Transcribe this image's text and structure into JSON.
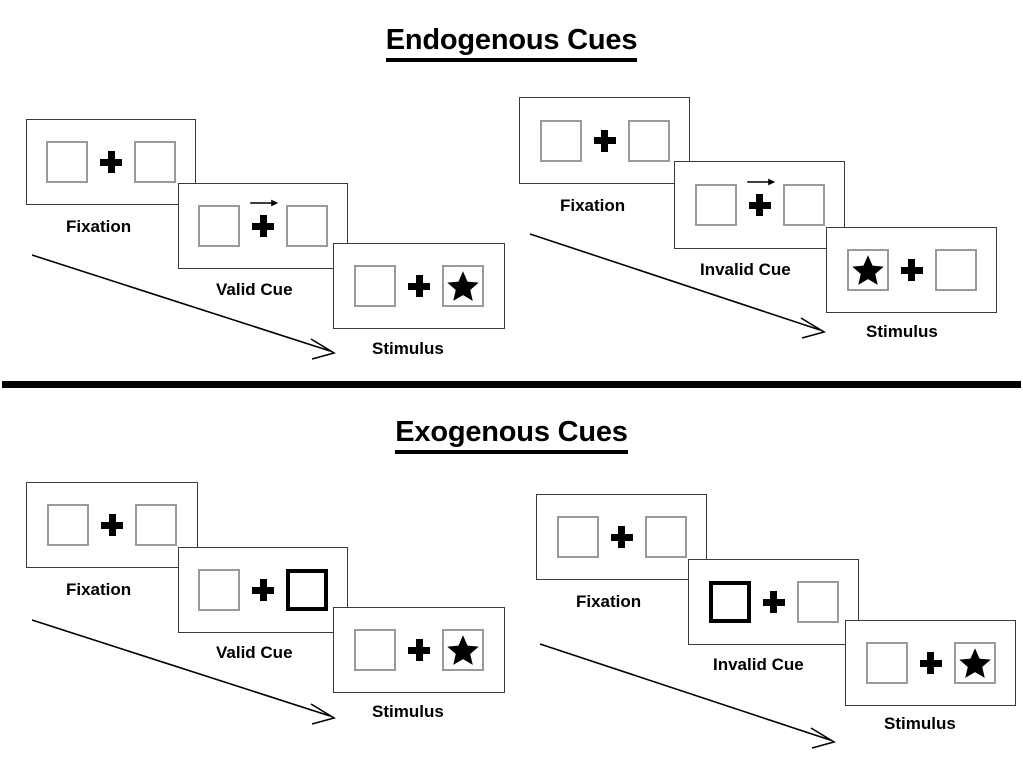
{
  "figure": {
    "sections": [
      {
        "title": "Endogenous Cues",
        "sequences": [
          {
            "name": "endogenous-valid",
            "steps": [
              {
                "label": "Fixation",
                "left_box": "empty",
                "right_box": "empty",
                "cue": "none",
                "arrow": false
              },
              {
                "label": "Valid Cue",
                "left_box": "empty",
                "right_box": "empty",
                "cue": "arrow",
                "arrow": true
              },
              {
                "label": "Stimulus",
                "left_box": "empty",
                "right_box": "star",
                "cue": "none",
                "arrow": false
              }
            ]
          },
          {
            "name": "endogenous-invalid",
            "steps": [
              {
                "label": "Fixation",
                "left_box": "empty",
                "right_box": "empty",
                "cue": "none",
                "arrow": false
              },
              {
                "label": "Invalid Cue",
                "left_box": "empty",
                "right_box": "empty",
                "cue": "arrow",
                "arrow": true
              },
              {
                "label": "Stimulus",
                "left_box": "star",
                "right_box": "empty",
                "cue": "none",
                "arrow": false
              }
            ]
          }
        ]
      },
      {
        "title": "Exogenous Cues",
        "sequences": [
          {
            "name": "exogenous-valid",
            "steps": [
              {
                "label": "Fixation",
                "left_box": "empty",
                "right_box": "empty",
                "cue": "none",
                "arrow": false
              },
              {
                "label": "Valid Cue",
                "left_box": "empty",
                "right_box": "highlight",
                "cue": "none",
                "arrow": false
              },
              {
                "label": "Stimulus",
                "left_box": "empty",
                "right_box": "star",
                "cue": "none",
                "arrow": false
              }
            ]
          },
          {
            "name": "exogenous-invalid",
            "steps": [
              {
                "label": "Fixation",
                "left_box": "empty",
                "right_box": "empty",
                "cue": "none",
                "arrow": false
              },
              {
                "label": "Invalid Cue",
                "left_box": "highlight",
                "right_box": "empty",
                "cue": "none",
                "arrow": false
              },
              {
                "label": "Stimulus",
                "left_box": "empty",
                "right_box": "star",
                "cue": "none",
                "arrow": false
              }
            ]
          }
        ]
      }
    ],
    "colors": {
      "background": "#ffffff",
      "text": "#000000",
      "panel_border": "#3a3a3a",
      "box_border": "#9a9a9a",
      "highlight_border": "#000000",
      "divider": "#000000"
    }
  }
}
